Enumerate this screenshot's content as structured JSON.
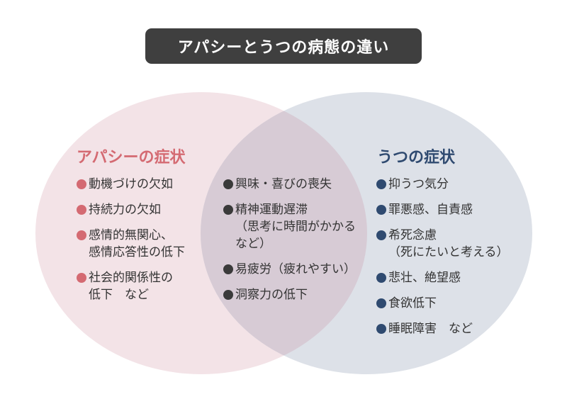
{
  "title": "アパシーとうつの病態の違い",
  "colors": {
    "title_bg": "#3f3f3f",
    "apathy_circle": "#f3e3e7",
    "depression_circle": "#dde1e8",
    "overlap": "#d7cbd5",
    "apathy_accent": "#d46a72",
    "depression_accent": "#2f4a70",
    "common_bullet": "#3a3a3a"
  },
  "apathy": {
    "title": "アパシーの症状",
    "items": [
      "動機づけの欠如",
      "持続力の欠如",
      "感情的無関心、\n感情応答性の低下",
      "社会的関係性の\n低下　など"
    ]
  },
  "common": {
    "items": [
      "興味・喜びの喪失",
      "精神運動遅滞\n（思考に時間がかかる\nなど）",
      "易疲労（疲れやすい）",
      "洞察力の低下"
    ]
  },
  "depression": {
    "title": "うつの症状",
    "items": [
      "抑うつ気分",
      "罪悪感、自責感",
      "希死念慮\n（死にたいと考える）",
      "悲壮、絶望感",
      "食欲低下",
      "睡眠障害　など"
    ]
  }
}
